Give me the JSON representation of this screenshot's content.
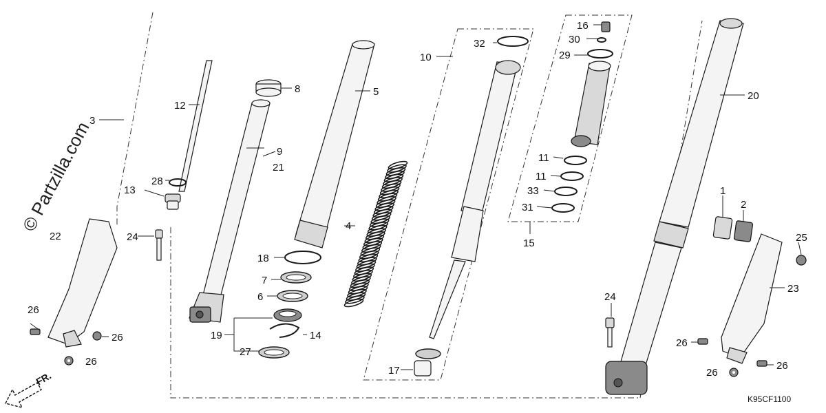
{
  "watermark": "© Partzilla.com",
  "diagram_code": "K95CF1100",
  "direction_label": "FR.",
  "callouts": {
    "c1": "1",
    "c2": "2",
    "c3": "3",
    "c4": "4",
    "c5": "5",
    "c6": "6",
    "c7": "7",
    "c8": "8",
    "c9": "9",
    "c10": "10",
    "c11a": "11",
    "c11b": "11",
    "c12": "12",
    "c13": "13",
    "c14": "14",
    "c15": "15",
    "c16": "16",
    "c17": "17",
    "c18": "18",
    "c19": "19",
    "c20": "20",
    "c21": "21",
    "c22": "22",
    "c23": "23",
    "c24a": "24",
    "c24b": "24",
    "c25": "25",
    "c26a": "26",
    "c26b": "26",
    "c26c": "26",
    "c26d": "26",
    "c26e": "26",
    "c26f": "26",
    "c27": "27",
    "c28": "28",
    "c29": "29",
    "c30": "30",
    "c31": "31",
    "c32": "32",
    "c33": "33"
  }
}
